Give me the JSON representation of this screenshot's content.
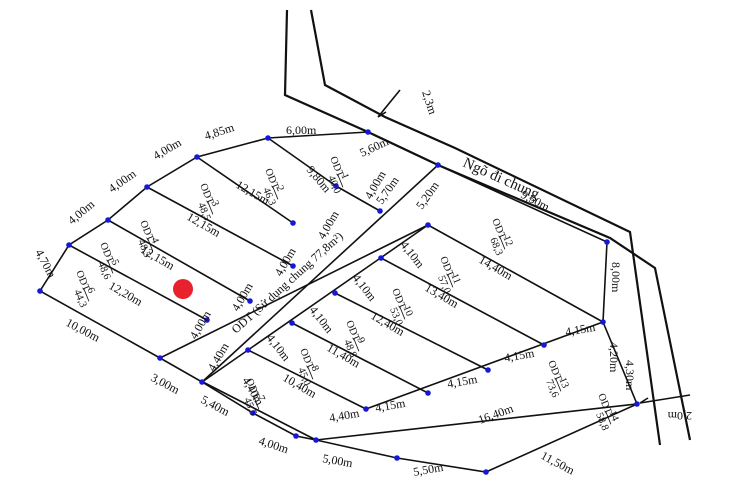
{
  "road_labels": {
    "lane": "Ngõ đi chung",
    "center": "ODT (Sử dụng chung 77,8m²)",
    "width_top": "2,3m",
    "width_right": "2,0m"
  },
  "lots": [
    {
      "id": "lot-1",
      "code": "ODT",
      "number": "1",
      "area": "40,0"
    },
    {
      "id": "lot-2",
      "code": "ODT",
      "number": "2",
      "area": "46,3"
    },
    {
      "id": "lot-3",
      "code": "ODT",
      "number": "3",
      "area": "48,5"
    },
    {
      "id": "lot-4",
      "code": "ODT",
      "number": "4",
      "area": "48,5"
    },
    {
      "id": "lot-5",
      "code": "ODT",
      "number": "5",
      "area": "48,6"
    },
    {
      "id": "lot-6",
      "code": "ODT",
      "number": "6",
      "area": "44,3"
    },
    {
      "id": "lot-7",
      "code": "ODT",
      "number": "7",
      "area": "45,5"
    },
    {
      "id": "lot-8",
      "code": "ODT",
      "number": "8",
      "area": "45,0"
    },
    {
      "id": "lot-9",
      "code": "ODT",
      "number": "9",
      "area": "48,8"
    },
    {
      "id": "lot-10",
      "code": "ODT",
      "number": "10",
      "area": "53,0"
    },
    {
      "id": "lot-11",
      "code": "ODT",
      "number": "11",
      "area": "57,0"
    },
    {
      "id": "lot-12",
      "code": "ODT",
      "number": "12",
      "area": "68,3"
    },
    {
      "id": "lot-13",
      "code": "ODT",
      "number": "13",
      "area": "73,6"
    },
    {
      "id": "lot-14",
      "code": "ODT",
      "number": "14",
      "area": "58,8"
    }
  ],
  "dimensions": [
    "6,00m",
    "4,85m",
    "4,00m",
    "4,00m",
    "4,00m",
    "4,70m",
    "10,00m",
    "3,00m",
    "5,60m",
    "5,70m",
    "5,20m",
    "9,50m",
    "8,00m",
    "4,20m",
    "4,30m",
    "9,80m",
    "12,15m",
    "12,15m",
    "12,15m",
    "12,20m",
    "4,00m",
    "4,00m",
    "4,00m",
    "4,00m",
    "4,00m",
    "4,10m",
    "4,10m",
    "4,10m",
    "4,10m",
    "14,40m",
    "13,40m",
    "12,40m",
    "11,40m",
    "10,40m",
    "4,15m",
    "4,15m",
    "4,15m",
    "4,15m",
    "4,40m",
    "4,40m",
    "4,40m",
    "5,40m",
    "4,00m",
    "5,00m",
    "5,50m",
    "16,40m",
    "11,50m"
  ],
  "marker_color": "#e8222c",
  "point_color": "#1717d8"
}
